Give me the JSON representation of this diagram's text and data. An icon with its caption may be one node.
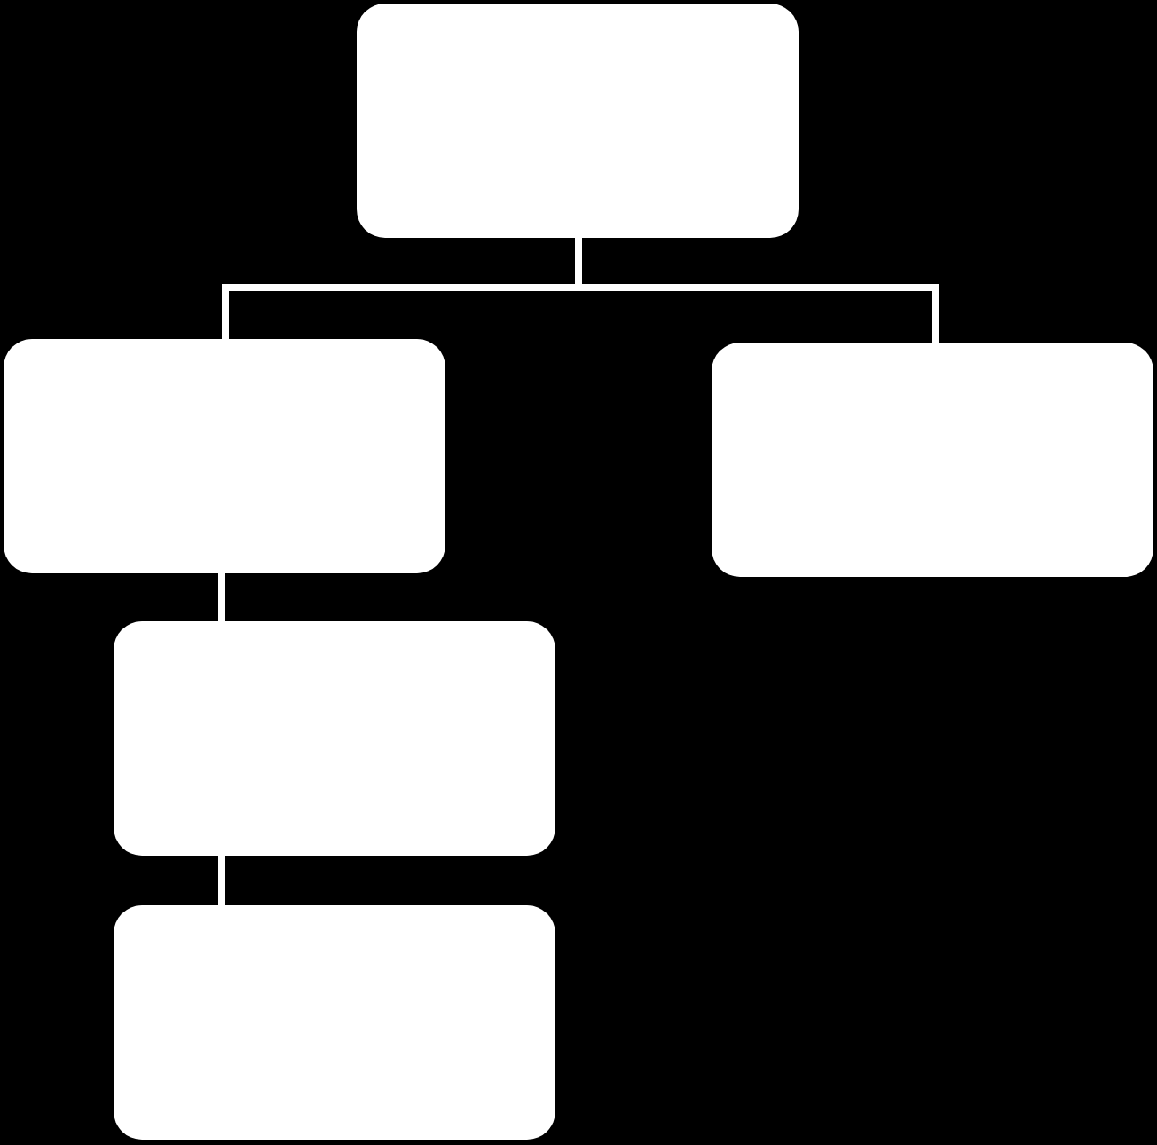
{
  "diagram": {
    "nodes": [
      {
        "text": [],
        "shape": "box"
      },
      {
        "text": [],
        "shape": "box"
      },
      {
        "text": [],
        "shape": "box"
      },
      {
        "text": [],
        "shape": "box"
      },
      {
        "text": [],
        "shape": "box"
      }
    ],
    "edges": [
      {
        "from": 0,
        "to": 1,
        "arrow": "none"
      },
      {
        "from": 0,
        "to": 2,
        "arrow": "none"
      },
      {
        "from": 1,
        "to": 3,
        "arrow": "none"
      },
      {
        "from": 3,
        "to": 4,
        "arrow": "none"
      }
    ]
  }
}
